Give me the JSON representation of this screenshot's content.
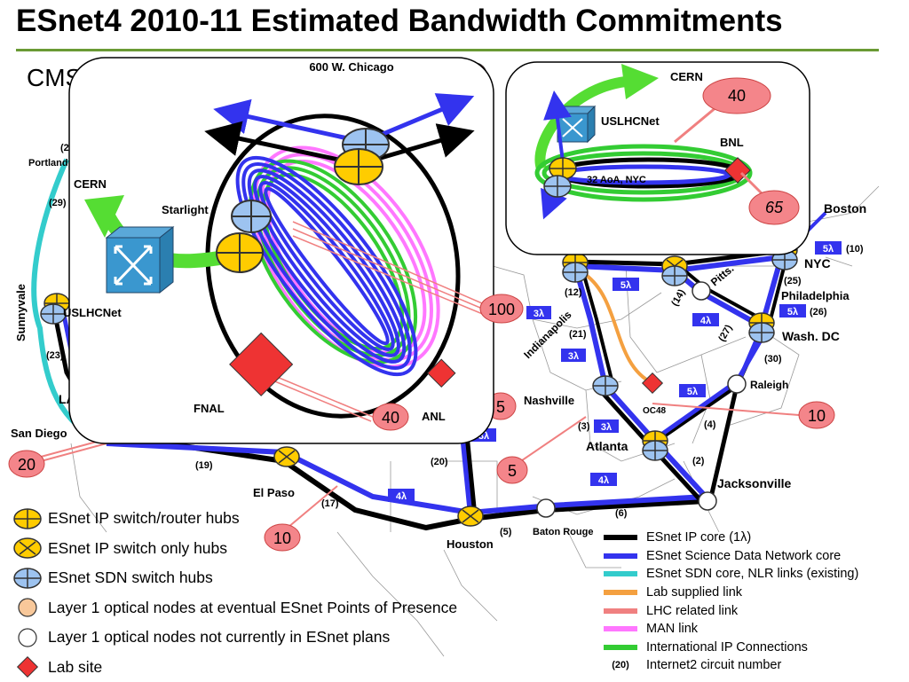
{
  "title": "ESnet4 2010-11 Estimated Bandwidth Commitments",
  "subtitle": "CMS",
  "inset_left": {
    "top_label": "600 W. Chicago",
    "cern": "CERN",
    "starlight": "Starlight",
    "uslhcnet": "USLHCNet",
    "fnal": "FNAL",
    "anl": "ANL",
    "bubble_100": "100",
    "bubble_40": "40"
  },
  "inset_right": {
    "cern": "CERN",
    "uslhcnet": "USLHCNet",
    "bnl": "BNL",
    "aoa": "32 AoA, NYC",
    "bubble_40": "40",
    "bubble_65": "65"
  },
  "map_labels": {
    "portland": "Portland",
    "sunnyvale": "Sunnyvale",
    "san_diego": "San Diego",
    "el_paso": "El Paso",
    "houston": "Houston",
    "baton_rouge": "Baton Rouge",
    "jacksonville": "Jacksonville",
    "atlanta": "Atlanta",
    "nashville": "Nashville",
    "indianapolis": "Indianapolis",
    "pitts": "Pitts.",
    "nyc": "NYC",
    "boston": "Boston",
    "philadelphia": "Philadelphia",
    "wash_dc": "Wash. DC",
    "raleigh": "Raleigh",
    "oc48": "OC48",
    "la": "LA"
  },
  "circuit_numbers": [
    "(2)",
    "(29)",
    "(23)",
    "(19)",
    "(17)",
    "(20)",
    "(5)",
    "(6)",
    "(3)",
    "(4)",
    "(2)",
    "(12)",
    "(21)",
    "(14)",
    "(27)",
    "(25)",
    "(26)",
    "(30)",
    "(10)"
  ],
  "lambdas": {
    "l5a": "5λ",
    "l5b": "5λ",
    "l5c": "5λ",
    "l5d": "5λ",
    "l4a": "4λ",
    "l4b": "4λ",
    "l4c": "4λ",
    "l3a": "3λ",
    "l3b": "3λ",
    "l3c": "3λ",
    "l3d": "3λ"
  },
  "bubbles": {
    "b20": "20",
    "b10_elpaso": "10",
    "b5_nash": "5",
    "b5_low": "5",
    "b10_east": "10"
  },
  "legend_left": [
    {
      "label": "ESnet IP switch/router hubs",
      "icon": "ip-router-hub-icon"
    },
    {
      "label": "ESnet IP switch only hubs",
      "icon": "ip-switch-hub-icon"
    },
    {
      "label": "ESnet SDN switch hubs",
      "icon": "sdn-switch-hub-icon"
    },
    {
      "label": "Layer 1 optical nodes at eventual ESnet Points of Presence",
      "icon": "optical-node-pop-icon"
    },
    {
      "label": "Layer 1 optical nodes not currently in ESnet plans",
      "icon": "optical-node-icon"
    },
    {
      "label": "Lab site",
      "icon": "lab-site-icon"
    }
  ],
  "legend_right": [
    {
      "label": "ESnet IP core (1λ)",
      "color": "#000000"
    },
    {
      "label": "ESnet Science Data Network core",
      "color": "#3333ee"
    },
    {
      "label": "ESnet SDN core, NLR links (existing)",
      "color": "#33cccc"
    },
    {
      "label": "Lab supplied link",
      "color": "#f4a040"
    },
    {
      "label": "LHC related link",
      "color": "#f08080"
    },
    {
      "label": "MAN link",
      "color": "#ff77ff"
    },
    {
      "label": "International IP Connections",
      "color": "#33cc33"
    },
    {
      "label": "Internet2 circuit number",
      "number": "(20)"
    }
  ],
  "colors": {
    "ip_core": "#000000",
    "sdn_core": "#3333ee",
    "nlr": "#33cccc",
    "lab_link": "#f4a040",
    "lhc": "#f08080",
    "man": "#ff77ff",
    "intl": "#33cc33",
    "title_rule": "#6a9a34",
    "bubble_fill": "#f4858a",
    "hub_yellow": "#ffcc00",
    "hub_blue": "#9dc3f0",
    "lab_red": "#ee3333"
  }
}
